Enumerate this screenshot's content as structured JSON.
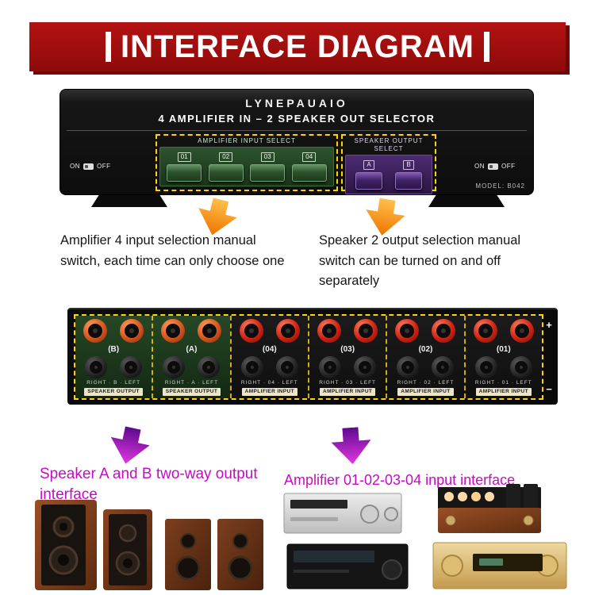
{
  "header": {
    "title": "INTERFACE DIAGRAM"
  },
  "front_panel": {
    "brand": "LYNEPAUAIO",
    "product_title": "4 AMPLIFIER IN – 2 SPEAKER OUT SELECTOR",
    "amp_select": {
      "label": "AMPLIFIER INPUT SELECT",
      "buttons": [
        "01",
        "02",
        "03",
        "04"
      ]
    },
    "speaker_select": {
      "label": "SPEAKER OUTPUT SELECT",
      "buttons": [
        "A",
        "B"
      ]
    },
    "power_left": {
      "on": "ON",
      "off": "OFF"
    },
    "power_right": {
      "on": "ON",
      "off": "OFF"
    },
    "model": "MODEL: B042"
  },
  "callouts": {
    "amp": "Amplifier 4 input selection manual switch, each time can only choose one",
    "speaker": "Speaker 2 output selection manual switch can be turned on and off separately"
  },
  "back_panel": {
    "plus": "+",
    "minus": "−",
    "sections": [
      {
        "id": "(B)",
        "channel": "RIGHT · B · LEFT",
        "caption": "SPEAKER OUTPUT"
      },
      {
        "id": "(A)",
        "channel": "RIGHT · A · LEFT",
        "caption": "SPEAKER OUTPUT"
      },
      {
        "id": "(04)",
        "channel": "RIGHT · 04 · LEFT",
        "caption": "AMPLIFIER INPUT"
      },
      {
        "id": "(03)",
        "channel": "RIGHT · 03 · LEFT",
        "caption": "AMPLIFIER INPUT"
      },
      {
        "id": "(02)",
        "channel": "RIGHT · 02 · LEFT",
        "caption": "AMPLIFIER INPUT"
      },
      {
        "id": "(01)",
        "channel": "RIGHT · 01 · LEFT",
        "caption": "AMPLIFIER INPUT"
      }
    ]
  },
  "bottom": {
    "speaker_label": "Speaker A and B two-way output interface",
    "amp_label": "Amplifier 01-02-03-04 input interface"
  },
  "colors": {
    "banner_red": "#a50f0f",
    "accent_yellow": "#ffd400",
    "magenta": "#c40cc4",
    "arrow_orange": "#ee7400",
    "arrow_purple": "#8b00b0"
  }
}
